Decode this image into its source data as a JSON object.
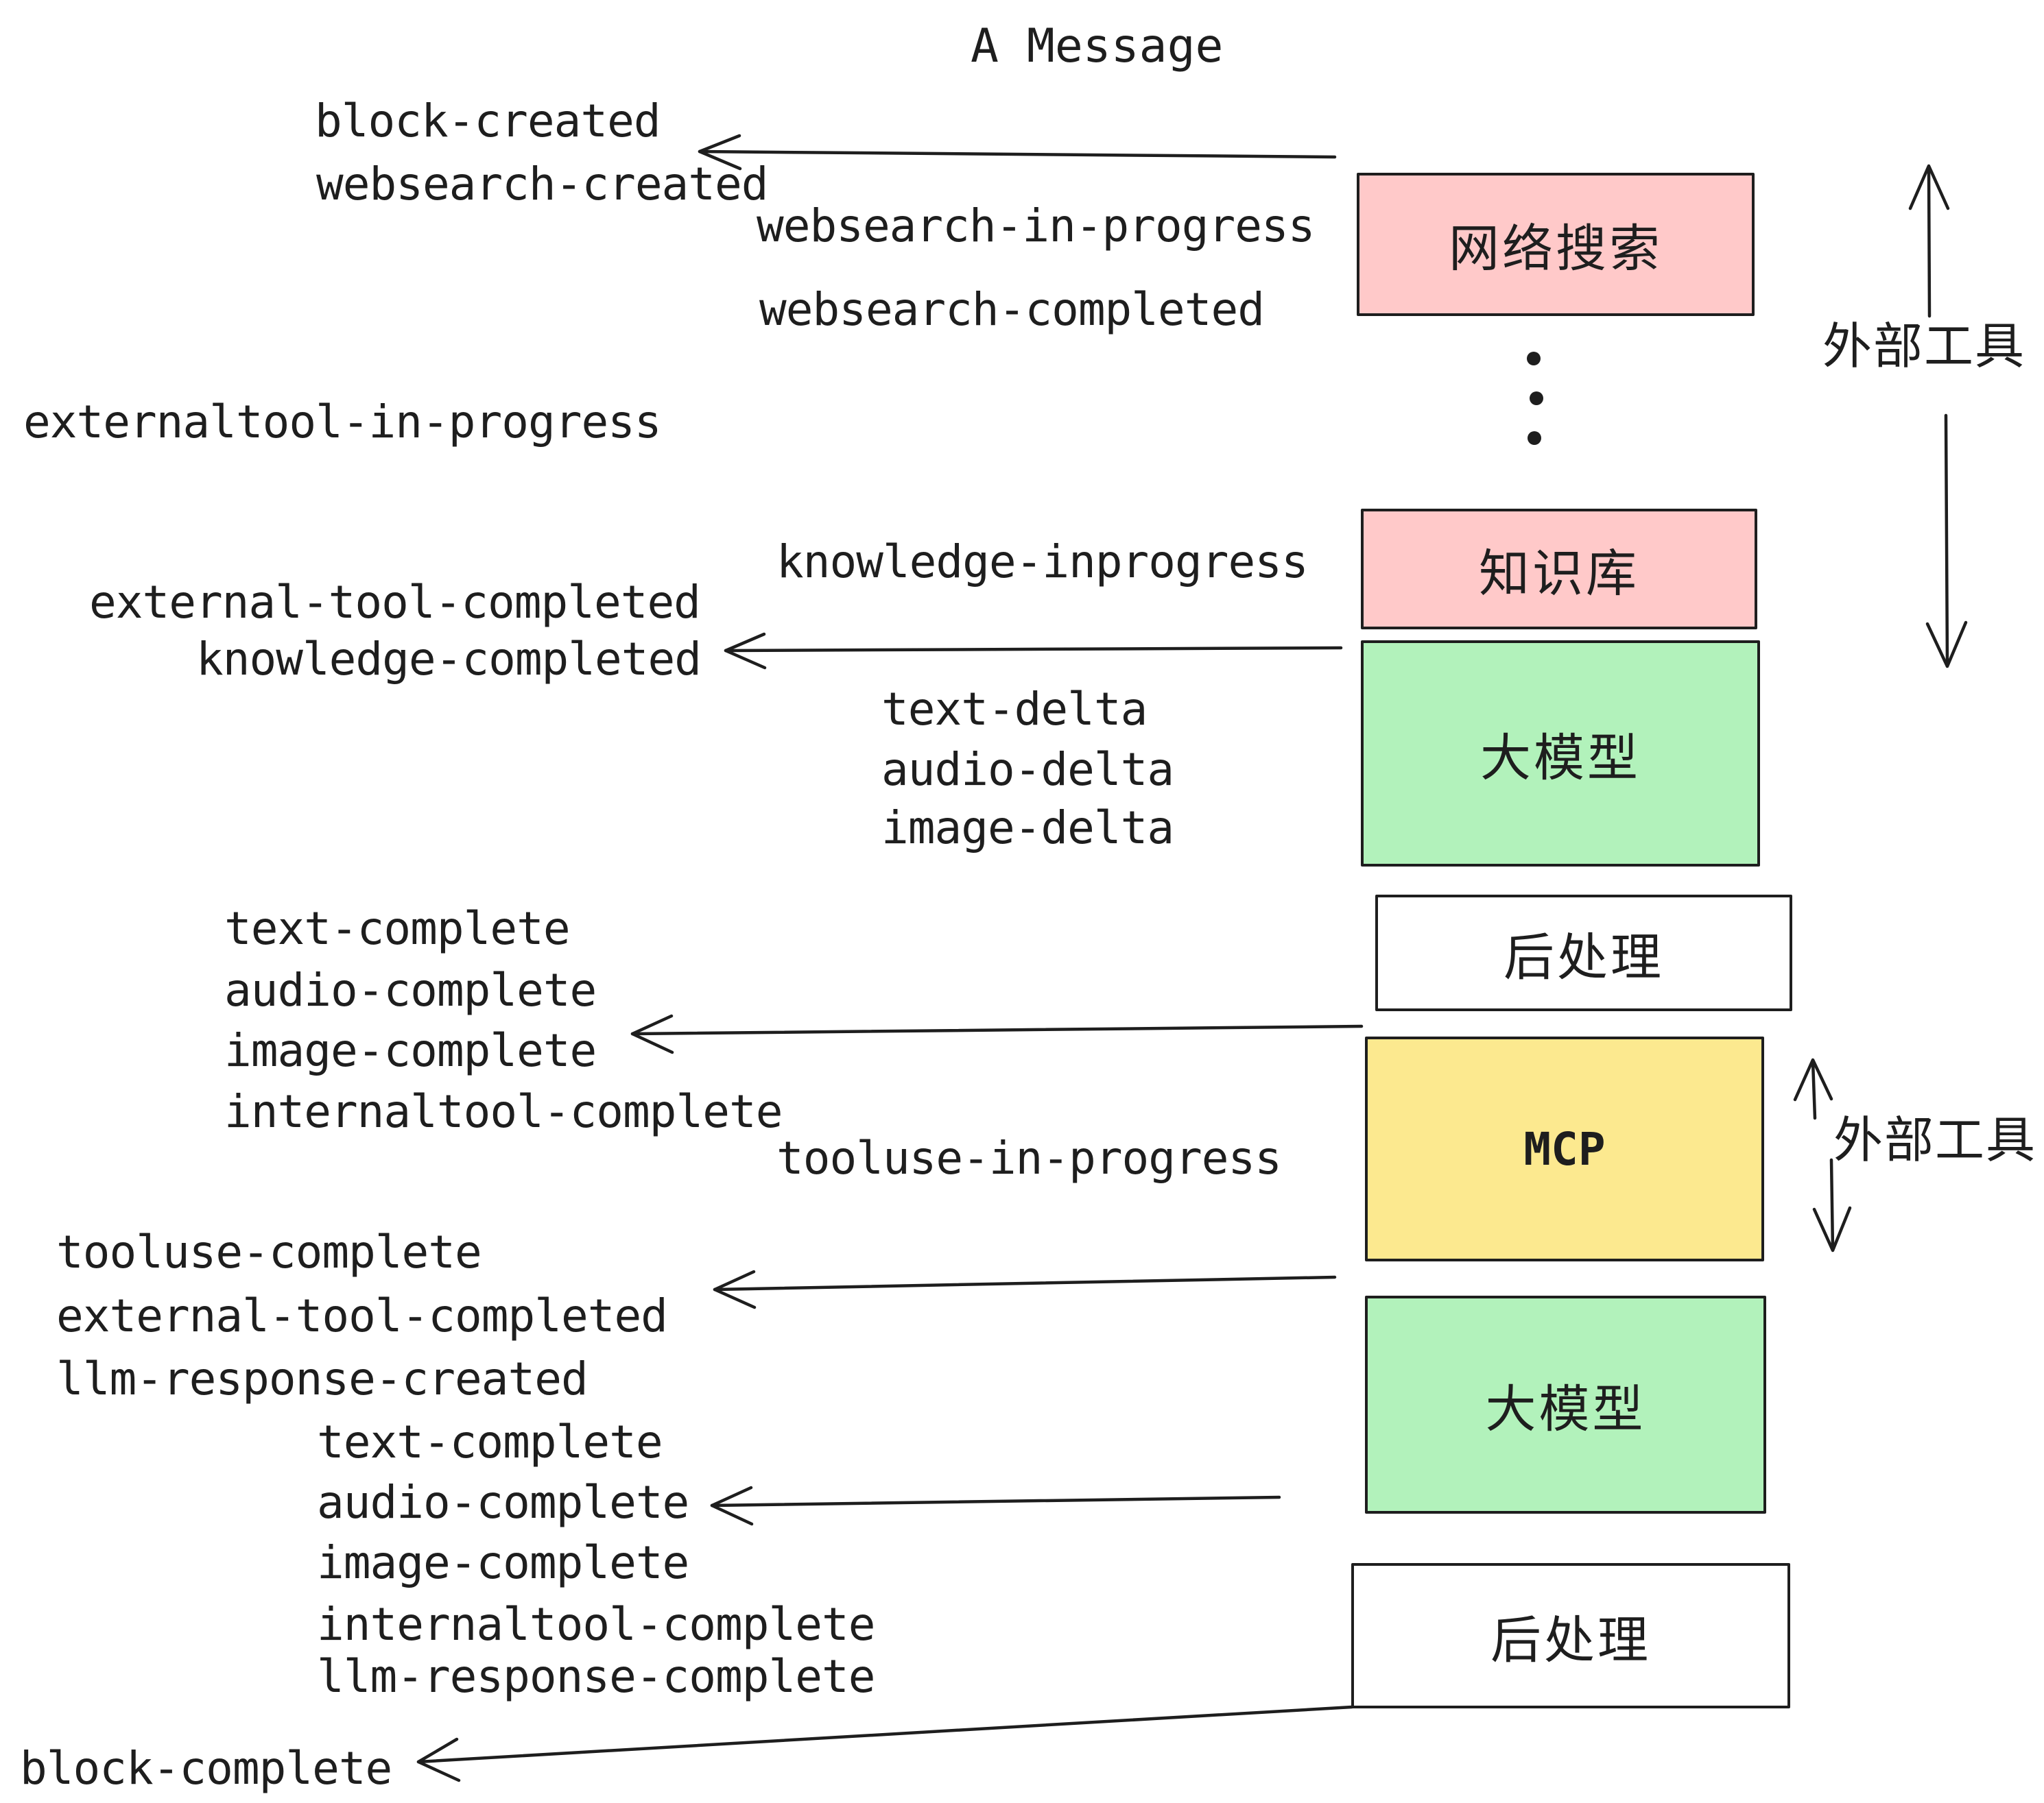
{
  "title": "A Message",
  "colors": {
    "ink": "#1e1e1e",
    "pink": "#ffc9c9",
    "green": "#b2f2bb",
    "yellow": "#fce98f",
    "white": "#ffffff"
  },
  "boxes": {
    "websearch": "网络搜索",
    "knowledge": "知识库",
    "llm1": "大模型",
    "post1": "后处理",
    "mcp": "MCP",
    "llm2": "大模型",
    "post2": "后处理"
  },
  "annotations": {
    "external_tools_1": "外部工具",
    "external_tools_2": "外部工具"
  },
  "labels": {
    "block_created": "block-created",
    "websearch_created": "websearch-created",
    "websearch_in_progress": "websearch-in-progress",
    "websearch_completed": "websearch-completed",
    "externaltool_in_progress": "externaltool-in-progress",
    "knowledge_inprogress": "knowledge-inprogress",
    "external_tool_completed": "external-tool-completed",
    "knowledge_completed": "knowledge-completed",
    "text_delta_1": "text-delta",
    "audio_delta_1": "audio-delta",
    "image_delta_1": "image-delta",
    "text_complete_1": "text-complete",
    "audio_complete_1": "audio-complete",
    "image_complete_1": "image-complete",
    "internaltool_complete_1": "internaltool-complete",
    "tooluse_in_progress": "tooluse-in-progress",
    "tooluse_complete": "tooluse-complete",
    "external_tool_completed_2": "external-tool-completed",
    "llm_response_created": "llm-response-created",
    "text_complete_2": "text-complete",
    "audio_complete_2": "audio-complete",
    "image_complete_2": "image-complete",
    "internaltool_complete_2": "internaltool-complete",
    "llm_response_complete": "llm-response-complete",
    "block_complete": "block-complete"
  }
}
